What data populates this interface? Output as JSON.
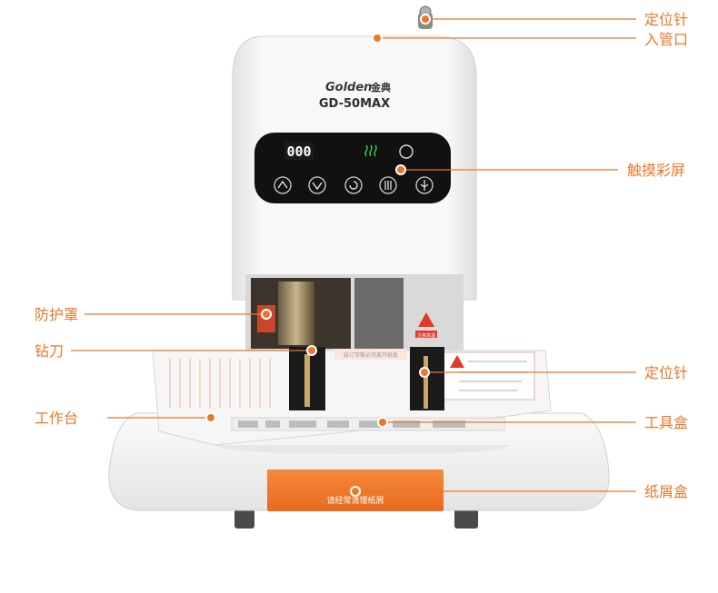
{
  "product": {
    "brand": "Golden",
    "brand_cn": "金典",
    "model": "GD-50MAX",
    "display_digits": "000",
    "drawer_label": "请经常清理纸屑",
    "warning_tag": "注意高温",
    "table_tag": "装订带套必须离开纸板"
  },
  "callouts": {
    "positioning_pin_top": "定位针",
    "inlet": "入管口",
    "touch_screen": "触摸彩屏",
    "guard": "防护罩",
    "drill": "钻刀",
    "positioning_pin_mid": "定位针",
    "worktable": "工作台",
    "tool_box": "工具盒",
    "chip_box": "纸屑盒"
  },
  "colors": {
    "accent": "#e8782a",
    "body": "#f4f4f4",
    "panel": "#111111",
    "drawer": "#f07a2c"
  }
}
